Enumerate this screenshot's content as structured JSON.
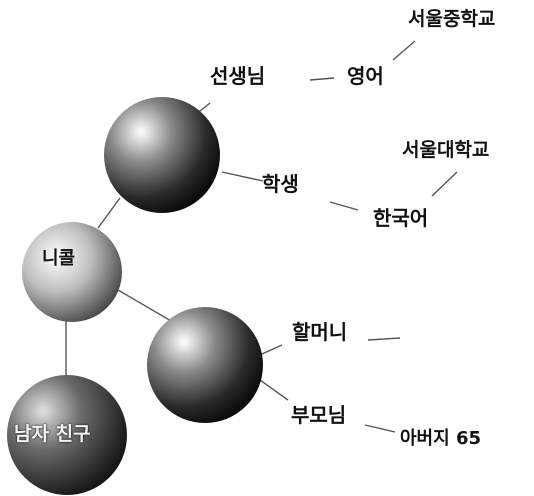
{
  "nodes": {
    "teacher": "선생님",
    "english": "영어",
    "seoul_middle_school": "서울중학교",
    "student": "학생",
    "korean": "한국어",
    "seoul_university": "서울대학교",
    "nicole": "니콜",
    "grandmother": "할머니",
    "parents": "부모님",
    "father": "아버지 65",
    "boyfriend": "남자 친구"
  }
}
